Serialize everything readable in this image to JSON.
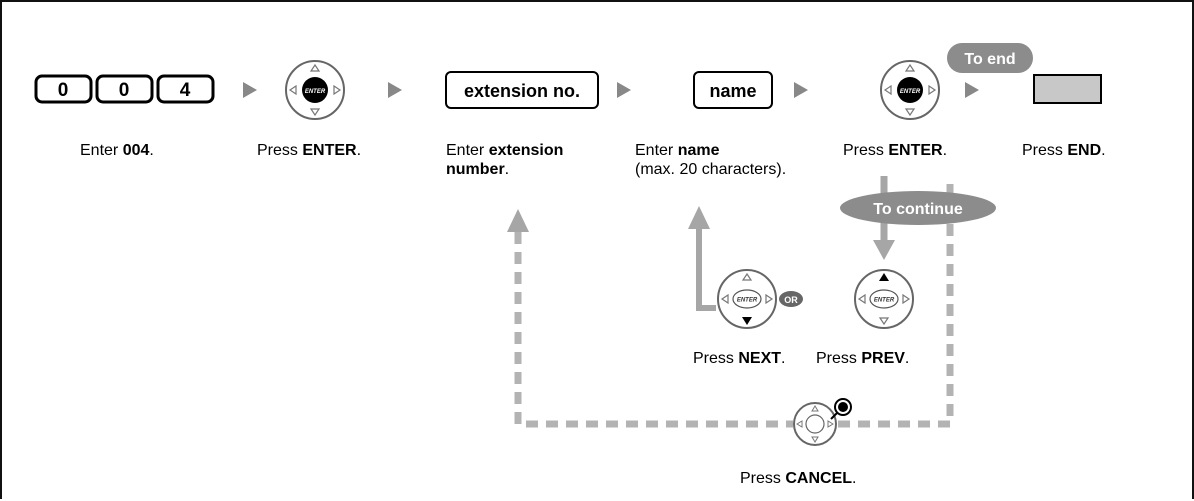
{
  "keys": [
    "0",
    "0",
    "4"
  ],
  "enter_glyph": "ENTER",
  "boxes": {
    "extension": "extension no.",
    "name": "name"
  },
  "pills": {
    "to_end": "To end",
    "to_continue": "To continue",
    "or": "OR"
  },
  "steps": {
    "enter_code": {
      "pre": "Enter ",
      "bold": "004",
      "post": "."
    },
    "press_enter_1": {
      "pre": "Press ",
      "bold": "ENTER",
      "post": "."
    },
    "enter_extension": {
      "pre": "Enter ",
      "bold": "extension",
      "line2_bold": "number",
      "line2_post": "."
    },
    "enter_name": {
      "pre": "Enter ",
      "bold": "name",
      "line2": "(max. 20 characters)."
    },
    "press_enter_2": {
      "pre": "Press ",
      "bold": "ENTER",
      "post": "."
    },
    "press_end": {
      "pre": "Press ",
      "bold": "END",
      "post": "."
    },
    "press_next": {
      "pre": "Press ",
      "bold": "NEXT",
      "post": "."
    },
    "press_prev": {
      "pre": "Press ",
      "bold": "PREV",
      "post": "."
    },
    "press_cancel": {
      "pre": "Press ",
      "bold": "CANCEL",
      "post": "."
    }
  },
  "colors": {
    "pill": "#8c8c8c",
    "dash": "#b3b3b3",
    "arrow": "#a6a6a6",
    "end_key": "#c8c8c8"
  }
}
